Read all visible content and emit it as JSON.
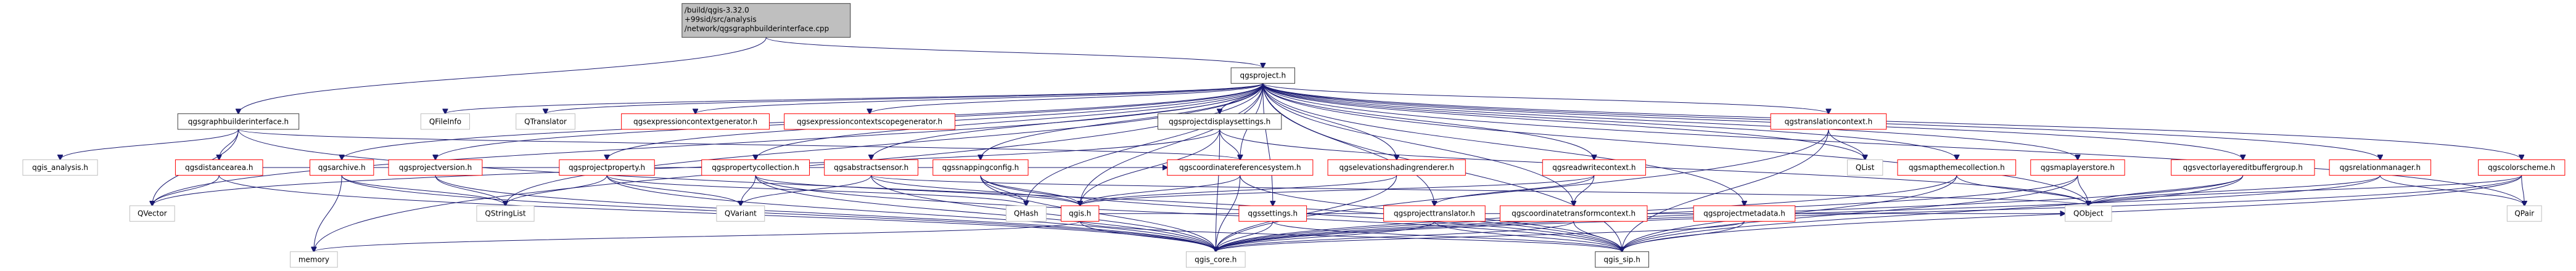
{
  "graph": {
    "title": "Include dependency graph for qgsgraphbuilderinterface.cpp",
    "colors": {
      "edge": "#191970",
      "root_fill": "#bfbfbf",
      "root_border": "#404040",
      "documented_border": "#ff0000",
      "doc_with_page_border": "#404040",
      "external_border": "#bfbfbf"
    },
    "nodes": [
      {
        "id": "root",
        "lines": [
          "/build/qgis-3.32.0",
          "+99sid/src/analysis",
          "/network/qgsgraphbuilderinterface.cpp"
        ],
        "kind": "root"
      },
      {
        "id": "qgsproject",
        "lines": [
          "qgsproject.h"
        ],
        "kind": "black"
      },
      {
        "id": "qgsgraphbuilderinterface",
        "lines": [
          "qgsgraphbuilderinterface.h"
        ],
        "kind": "black"
      },
      {
        "id": "qgis_analysis",
        "lines": [
          "qgis_analysis.h"
        ],
        "kind": "grey"
      },
      {
        "id": "qgsdistancearea",
        "lines": [
          "qgsdistancearea.h"
        ],
        "kind": "red"
      },
      {
        "id": "QVector",
        "lines": [
          "QVector"
        ],
        "kind": "grey"
      },
      {
        "id": "memory",
        "lines": [
          "memory"
        ],
        "kind": "grey"
      },
      {
        "id": "qgsarchive",
        "lines": [
          "qgsarchive.h"
        ],
        "kind": "red"
      },
      {
        "id": "QFileInfo",
        "lines": [
          "QFileInfo"
        ],
        "kind": "grey"
      },
      {
        "id": "QTranslator",
        "lines": [
          "QTranslator"
        ],
        "kind": "grey"
      },
      {
        "id": "qgsprojectversion",
        "lines": [
          "qgsprojectversion.h"
        ],
        "kind": "red"
      },
      {
        "id": "QStringList",
        "lines": [
          "QStringList"
        ],
        "kind": "grey"
      },
      {
        "id": "qgsprojectproperty",
        "lines": [
          "qgsprojectproperty.h"
        ],
        "kind": "red"
      },
      {
        "id": "qgsexpressioncontextgenerator",
        "lines": [
          "qgsexpressioncontextgenerator.h"
        ],
        "kind": "red"
      },
      {
        "id": "qgsexpressioncontextscopegenerator",
        "lines": [
          "qgsexpressioncontextscopegenerator.h"
        ],
        "kind": "red"
      },
      {
        "id": "qgspropertycollection",
        "lines": [
          "qgspropertycollection.h"
        ],
        "kind": "red"
      },
      {
        "id": "QVariant",
        "lines": [
          "QVariant"
        ],
        "kind": "grey"
      },
      {
        "id": "qgsabstractsensor",
        "lines": [
          "qgsabstractsensor.h"
        ],
        "kind": "red"
      },
      {
        "id": "qgssnappingconfig",
        "lines": [
          "qgssnappingconfig.h"
        ],
        "kind": "red"
      },
      {
        "id": "QHash",
        "lines": [
          "QHash"
        ],
        "kind": "grey"
      },
      {
        "id": "qgis",
        "lines": [
          "qgis.h"
        ],
        "kind": "red"
      },
      {
        "id": "qgsprojectdisplaysettings",
        "lines": [
          "qgsprojectdisplaysettings.h"
        ],
        "kind": "black"
      },
      {
        "id": "qgscoordinatereferencesystem",
        "lines": [
          "qgscoordinatereferencesystem.h"
        ],
        "kind": "red"
      },
      {
        "id": "qgis_core",
        "lines": [
          "qgis_core.h"
        ],
        "kind": "grey"
      },
      {
        "id": "qgselevationshadingrenderer",
        "lines": [
          "qgselevationshadingrenderer.h"
        ],
        "kind": "red"
      },
      {
        "id": "qgsreadwritecontext",
        "lines": [
          "qgsreadwritecontext.h"
        ],
        "kind": "red"
      },
      {
        "id": "qgssettings",
        "lines": [
          "qgssettings.h"
        ],
        "kind": "red"
      },
      {
        "id": "qgsprojecttranslator",
        "lines": [
          "qgsprojecttranslator.h"
        ],
        "kind": "red"
      },
      {
        "id": "qgscoordinatetransformcontext",
        "lines": [
          "qgscoordinatetransformcontext.h"
        ],
        "kind": "red"
      },
      {
        "id": "qgsprojectmetadata",
        "lines": [
          "qgsprojectmetadata.h"
        ],
        "kind": "red"
      },
      {
        "id": "qgis_sip",
        "lines": [
          "qgis_sip.h"
        ],
        "kind": "black"
      },
      {
        "id": "qgstranslationcontext",
        "lines": [
          "qgstranslationcontext.h"
        ],
        "kind": "red"
      },
      {
        "id": "QList",
        "lines": [
          "QList"
        ],
        "kind": "grey"
      },
      {
        "id": "qgsmapthemecollection",
        "lines": [
          "qgsmapthemecollection.h"
        ],
        "kind": "red"
      },
      {
        "id": "qgsmaplayerstore",
        "lines": [
          "qgsmaplayerstore.h"
        ],
        "kind": "red"
      },
      {
        "id": "QObject",
        "lines": [
          "QObject"
        ],
        "kind": "grey"
      },
      {
        "id": "qgsvectorlayereditbuffergroup",
        "lines": [
          "qgsvectorlayereditbuffergroup.h"
        ],
        "kind": "red"
      },
      {
        "id": "qgsrelationmanager",
        "lines": [
          "qgsrelationmanager.h"
        ],
        "kind": "red"
      },
      {
        "id": "qgscolorscheme",
        "lines": [
          "qgscolorscheme.h"
        ],
        "kind": "red"
      },
      {
        "id": "QPair",
        "lines": [
          "QPair"
        ],
        "kind": "grey"
      }
    ],
    "edges": [
      [
        "root",
        "qgsgraphbuilderinterface"
      ],
      [
        "root",
        "qgsproject"
      ],
      [
        "qgsgraphbuilderinterface",
        "qgis_analysis"
      ],
      [
        "qgsgraphbuilderinterface",
        "qgsdistancearea"
      ],
      [
        "qgsgraphbuilderinterface",
        "QVector"
      ],
      [
        "qgsgraphbuilderinterface",
        "qgscoordinatereferencesystem"
      ],
      [
        "qgsgraphbuilderinterface",
        "qgis_sip"
      ],
      [
        "qgsdistancearea",
        "QVector"
      ],
      [
        "qgsdistancearea",
        "qgis_core"
      ],
      [
        "qgsdistancearea",
        "qgscoordinatereferencesystem"
      ],
      [
        "qgsarchive",
        "memory"
      ],
      [
        "qgsarchive",
        "QStringList"
      ],
      [
        "qgsarchive",
        "qgis_core"
      ],
      [
        "qgsprojectversion",
        "QStringList"
      ],
      [
        "qgsprojectversion",
        "qgis_core"
      ],
      [
        "qgsprojectproperty",
        "QStringList"
      ],
      [
        "qgsprojectproperty",
        "QVariant"
      ],
      [
        "qgsprojectproperty",
        "qgis_core"
      ],
      [
        "qgsprojectproperty",
        "QHash"
      ],
      [
        "qgspropertycollection",
        "QVariant"
      ],
      [
        "qgspropertycollection",
        "qgis_core"
      ],
      [
        "qgspropertycollection",
        "qgis"
      ],
      [
        "qgspropertycollection",
        "qgis_sip"
      ],
      [
        "qgsabstractsensor",
        "QVariant"
      ],
      [
        "qgsabstractsensor",
        "qgis_core"
      ],
      [
        "qgsabstractsensor",
        "qgis"
      ],
      [
        "qgsabstractsensor",
        "QObject"
      ],
      [
        "qgssnappingconfig",
        "QHash"
      ],
      [
        "qgssnappingconfig",
        "qgis"
      ],
      [
        "qgssnappingconfig",
        "qgis_core"
      ],
      [
        "qgssnappingconfig",
        "qgis_sip"
      ],
      [
        "qgis",
        "memory"
      ],
      [
        "qgis",
        "qgis_core"
      ],
      [
        "qgis",
        "qgis_sip"
      ],
      [
        "qgis",
        "QObject"
      ],
      [
        "qgsprojectdisplaysettings",
        "qgscoordinatereferencesystem"
      ],
      [
        "qgsprojectdisplaysettings",
        "qgis"
      ],
      [
        "qgsprojectdisplaysettings",
        "qgis_core"
      ],
      [
        "qgsprojectdisplaysettings",
        "QObject"
      ],
      [
        "qgsprojectdisplaysettings",
        "QVector"
      ],
      [
        "qgscoordinatereferencesystem",
        "qgis"
      ],
      [
        "qgscoordinatereferencesystem",
        "qgis_core"
      ],
      [
        "qgscoordinatereferencesystem",
        "qgis_sip"
      ],
      [
        "qgselevationshadingrenderer",
        "qgis"
      ],
      [
        "qgselevationshadingrenderer",
        "qgis_core"
      ],
      [
        "qgsreadwritecontext",
        "qgsprojecttranslator"
      ],
      [
        "qgsreadwritecontext",
        "qgscoordinatetransformcontext"
      ],
      [
        "qgsreadwritecontext",
        "qgis"
      ],
      [
        "qgssettings",
        "qgis_core"
      ],
      [
        "qgssettings",
        "qgis_sip"
      ],
      [
        "qgsprojecttranslator",
        "qgis_core"
      ],
      [
        "qgsprojecttranslator",
        "qgis_sip"
      ],
      [
        "qgscoordinatetransformcontext",
        "qgis_core"
      ],
      [
        "qgscoordinatetransformcontext",
        "qgis_sip"
      ],
      [
        "qgsprojectmetadata",
        "qgis_core"
      ],
      [
        "qgsprojectmetadata",
        "qgis_sip"
      ],
      [
        "qgstranslationcontext",
        "qgis_core"
      ],
      [
        "qgstranslationcontext",
        "qgis_sip"
      ],
      [
        "qgstranslationcontext",
        "QList"
      ],
      [
        "qgsmapthemecollection",
        "QObject"
      ],
      [
        "qgsmapthemecollection",
        "qgis_core"
      ],
      [
        "qgsmapthemecollection",
        "qgis_sip"
      ],
      [
        "qgsmaplayerstore",
        "QObject"
      ],
      [
        "qgsmaplayerstore",
        "qgis_core"
      ],
      [
        "qgsmaplayerstore",
        "qgis_sip"
      ],
      [
        "qgsvectorlayereditbuffergroup",
        "QObject"
      ],
      [
        "qgsvectorlayereditbuffergroup",
        "qgis_core"
      ],
      [
        "qgsvectorlayereditbuffergroup",
        "qgis_sip"
      ],
      [
        "qgsrelationmanager",
        "QObject"
      ],
      [
        "qgsrelationmanager",
        "QPair"
      ],
      [
        "qgsrelationmanager",
        "qgis_core"
      ],
      [
        "qgscolorscheme",
        "QPair"
      ],
      [
        "qgscolorscheme",
        "QObject"
      ],
      [
        "qgscolorscheme",
        "qgis_core"
      ],
      [
        "qgscolorscheme",
        "qgis_sip"
      ],
      [
        "qgsproject",
        "memory"
      ],
      [
        "qgsproject",
        "qgsarchive"
      ],
      [
        "qgsproject",
        "QFileInfo"
      ],
      [
        "qgsproject",
        "QTranslator"
      ],
      [
        "qgsproject",
        "qgsprojectversion"
      ],
      [
        "qgsproject",
        "QStringList"
      ],
      [
        "qgsproject",
        "qgsprojectproperty"
      ],
      [
        "qgsproject",
        "qgsexpressioncontextgenerator"
      ],
      [
        "qgsproject",
        "qgsexpressioncontextscopegenerator"
      ],
      [
        "qgsproject",
        "qgspropertycollection"
      ],
      [
        "qgsproject",
        "qgsabstractsensor"
      ],
      [
        "qgsproject",
        "qgssnappingconfig"
      ],
      [
        "qgsproject",
        "QHash"
      ],
      [
        "qgsproject",
        "qgis"
      ],
      [
        "qgsproject",
        "qgsprojectdisplaysettings"
      ],
      [
        "qgsproject",
        "qgscoordinatereferencesystem"
      ],
      [
        "qgsproject",
        "qgselevationshadingrenderer"
      ],
      [
        "qgsproject",
        "qgsreadwritecontext"
      ],
      [
        "qgsproject",
        "qgssettings"
      ],
      [
        "qgsproject",
        "qgsprojecttranslator"
      ],
      [
        "qgsproject",
        "qgscoordinatetransformcontext"
      ],
      [
        "qgsproject",
        "qgsprojectmetadata"
      ],
      [
        "qgsproject",
        "qgis_sip"
      ],
      [
        "qgsproject",
        "qgstranslationcontext"
      ],
      [
        "qgsproject",
        "QList"
      ],
      [
        "qgsproject",
        "qgsmapthemecollection"
      ],
      [
        "qgsproject",
        "qgsmaplayerstore"
      ],
      [
        "qgsproject",
        "QObject"
      ],
      [
        "qgsproject",
        "qgsvectorlayereditbuffergroup"
      ],
      [
        "qgsproject",
        "qgsrelationmanager"
      ],
      [
        "qgsproject",
        "qgscolorscheme"
      ],
      [
        "qgsproject",
        "QPair"
      ],
      [
        "qgsproject",
        "QVector"
      ]
    ]
  }
}
